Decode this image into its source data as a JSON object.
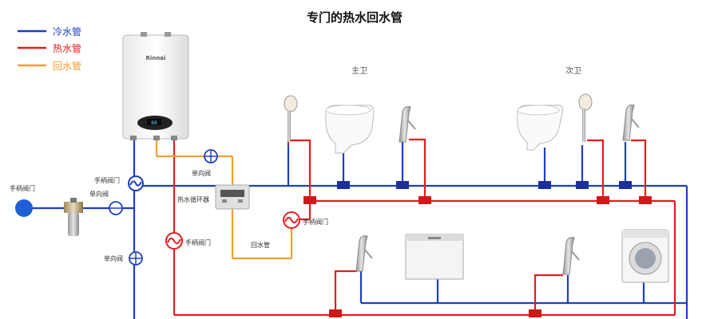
{
  "title": "专门的热水回水管",
  "legend": [
    {
      "label": "冷水管",
      "color": "#1f3fbf"
    },
    {
      "label": "热水管",
      "color": "#e02020"
    },
    {
      "label": "回水管",
      "color": "#f0a030"
    }
  ],
  "colors": {
    "cold": "#1f3fbf",
    "hot": "#e02020",
    "return": "#f0a030",
    "label_gray": "#333333"
  },
  "labels": {
    "master_bath": "主卫",
    "second_bath": "次卫",
    "handle_valve": "手柄阀门",
    "check_valve": "单向阀",
    "circulator": "热水循环器",
    "return_pipe": "回水管"
  },
  "boiler": {
    "brand": "Rinnai",
    "display": "88"
  },
  "icons": {
    "boiler": "wall-boiler-icon",
    "toilet": "toilet-icon",
    "shower": "shower-head-icon",
    "faucet": "faucet-icon",
    "dishwasher": "dishwasher-icon",
    "washer": "washing-machine-icon",
    "filter": "pre-filter-icon",
    "inlet": "water-inlet-icon"
  }
}
